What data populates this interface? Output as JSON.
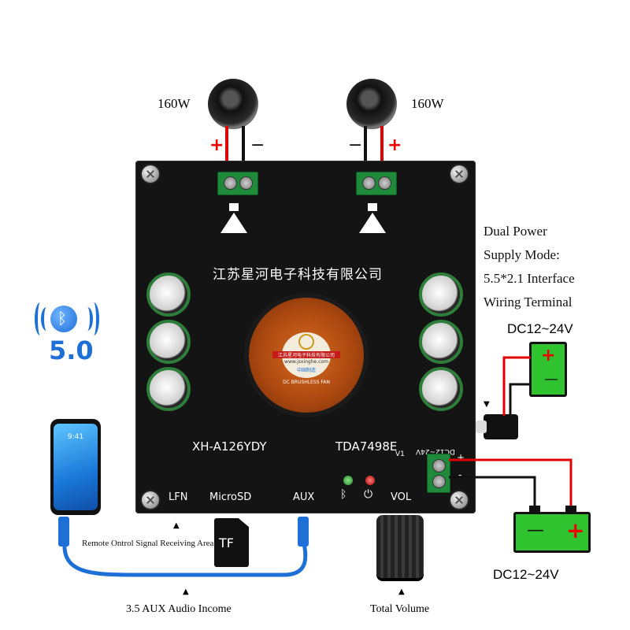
{
  "speakers": {
    "left_power": "160W",
    "right_power": "160W",
    "left_plus": "+",
    "left_minus": "−",
    "right_minus": "−",
    "right_plus": "+"
  },
  "board": {
    "company_cn": "江苏星河电子科技有限公司",
    "model": "XH-A126YDY",
    "chip": "TDA7498E",
    "version": "V1",
    "dc_marking": "DC12~24V",
    "label_lfn": "LFN",
    "label_microsd": "MicroSD",
    "label_aux": "AUX",
    "label_vol": "VOL",
    "fan_line1": "江苏星河电子科技有限公司",
    "fan_line2": "www.jsxinghe.com",
    "fan_line3": "中国制造",
    "fan_line4": "DC BRUSHLESS FAN",
    "term_plus": "+",
    "term_minus": "-"
  },
  "bluetooth": {
    "version": "5.0",
    "icon": "bluetooth-icon"
  },
  "phone": {
    "time": "9:41",
    "icon": "phone-icon"
  },
  "power_info": {
    "line1": "Dual Power",
    "line2": "Supply Mode:",
    "line3": "5.5*2.1 Interface",
    "line4": "Wiring Terminal",
    "dc_top": "DC12~24V",
    "dc_bottom": "DC12~24V",
    "battery_top_plus": "+",
    "battery_top_minus": "—",
    "battery_bottom_minus": "—",
    "battery_bottom_plus": "+"
  },
  "annotations": {
    "remote": "Remote Ontrol Signal Receiving Area",
    "tf": "TF",
    "aux_income": "3.5 AUX Audio Income",
    "total_volume": "Total Volume"
  },
  "colors": {
    "board": "#141414",
    "terminal": "#1f8a3a",
    "battery": "#2fc42f",
    "wire_red": "#e00000",
    "wire_black": "#111111",
    "bt_blue": "#1e6fd6"
  }
}
